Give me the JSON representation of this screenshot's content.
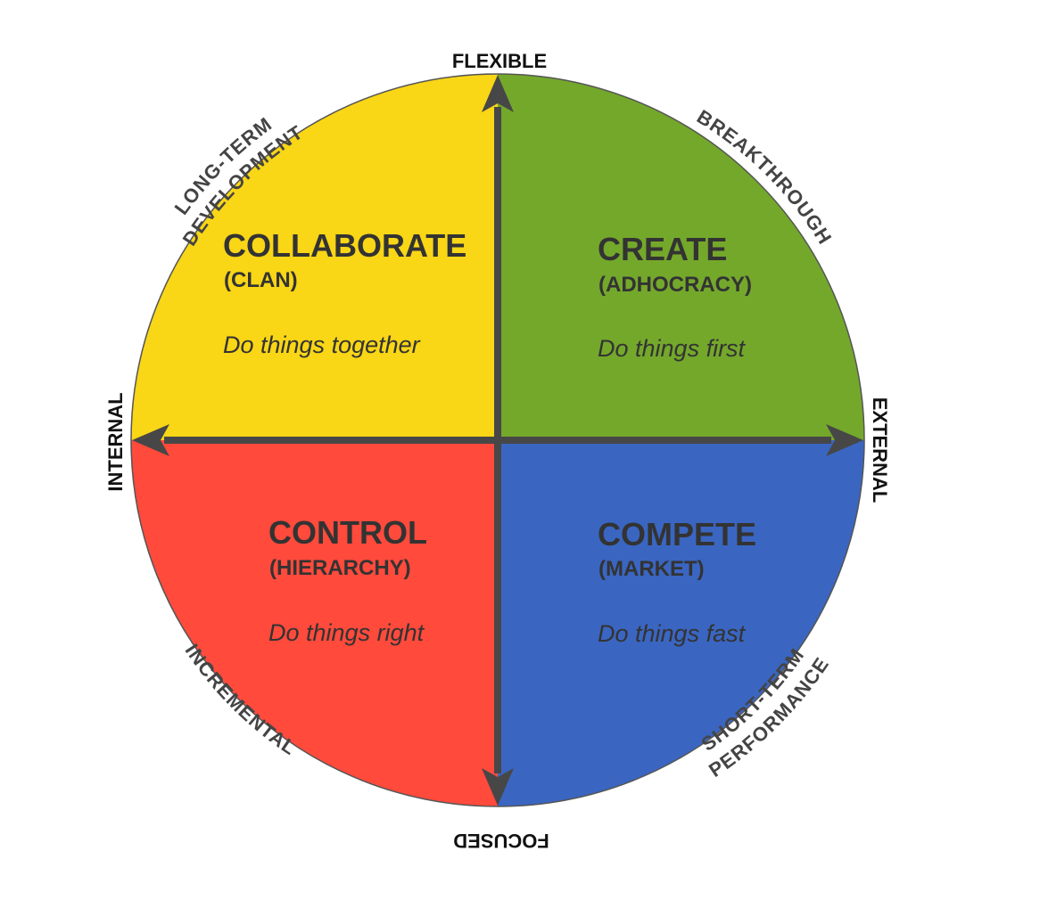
{
  "colors": {
    "collaborate": "#F9D616",
    "create": "#74A82B",
    "control": "#FF4A3C",
    "compete": "#3A66C2",
    "axis": "#474747",
    "text": "#333333"
  },
  "quadrants": {
    "collaborate": {
      "title": "COLLABORATE",
      "subtitle": "(CLAN)",
      "motto": "Do things together"
    },
    "create": {
      "title": "CREATE",
      "subtitle": "(ADHOCRACY)",
      "motto": "Do things first"
    },
    "control": {
      "title": "CONTROL",
      "subtitle": "(HIERARCHY)",
      "motto": "Do things right"
    },
    "compete": {
      "title": "COMPETE",
      "subtitle": "(MARKET)",
      "motto": "Do things fast"
    }
  },
  "axes": {
    "top": "FLEXIBLE",
    "bottom": "FOCUSED",
    "left": "INTERNAL",
    "right": "EXTERNAL"
  },
  "arc_labels": {
    "top_left_line1": "LONG-TERM",
    "top_left_line2": "DEVELOPMENT",
    "top_right": "BREAKTHROUGH",
    "bottom_left": "INCREMENTAL",
    "bottom_right_line1": "SHORT-TERM",
    "bottom_right_line2": "PERFORMANCE"
  }
}
